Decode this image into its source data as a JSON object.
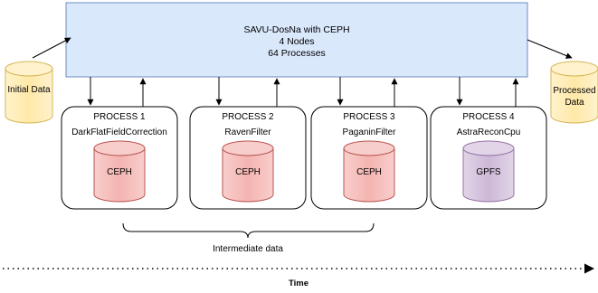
{
  "main_box": {
    "title": "SAVU-DosNa with CEPH",
    "nodes": "4 Nodes",
    "processes": "64 Processes"
  },
  "initial_data": {
    "label": "Initial Data"
  },
  "processed_data": {
    "line1": "Processed",
    "line2": "Data"
  },
  "processes": [
    {
      "title": "PROCESS 1",
      "name": "DarkFlatFieldCorrection",
      "storage": "CEPH"
    },
    {
      "title": "PROCESS 2",
      "name": "RavenFilter",
      "storage": "CEPH"
    },
    {
      "title": "PROCESS 3",
      "name": "PaganinFilter",
      "storage": "CEPH"
    },
    {
      "title": "PROCESS 4",
      "name": "AstraReconCpu",
      "storage": "GPFS"
    }
  ],
  "intermediate_label": "Intermediate data",
  "time_label": "Time",
  "colors": {
    "main_fill": "#dae8fc",
    "main_stroke": "#6c8ebf",
    "data_fill": "#fff2cc",
    "data_stroke": "#d6b656",
    "ceph_fill": "#f8cecc",
    "ceph_stroke": "#b85450",
    "gpfs_fill": "#e1d5e7",
    "gpfs_stroke": "#9673a6"
  }
}
